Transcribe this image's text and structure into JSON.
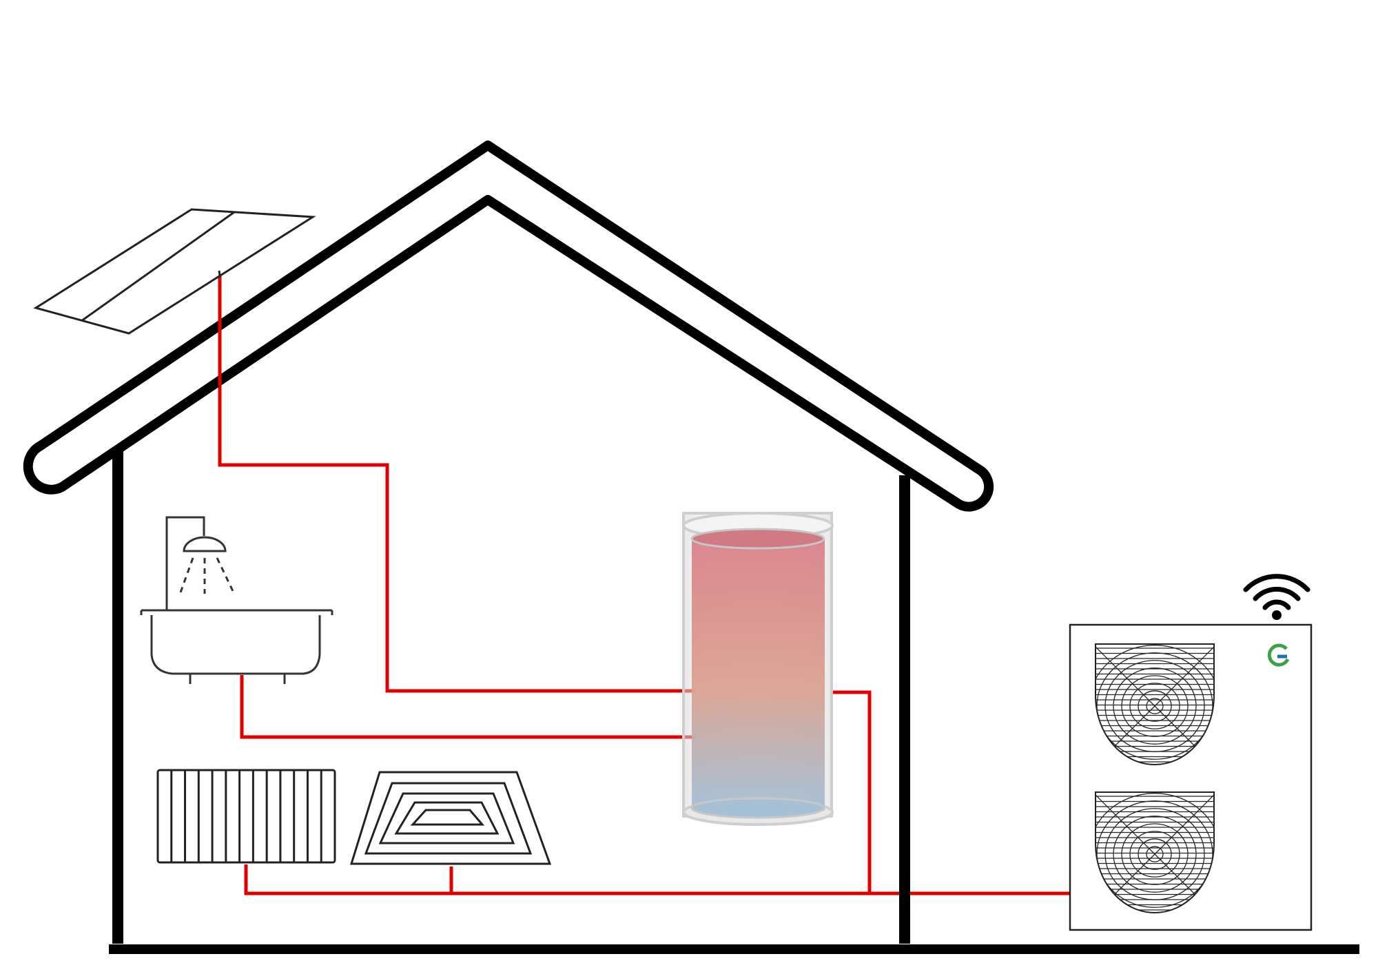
{
  "diagram": {
    "type": "heat-pump-hot-water-system",
    "nodes": [
      {
        "id": "solar_collector",
        "label": "",
        "icon": "solar-panel-icon"
      },
      {
        "id": "house",
        "label": "",
        "icon": "house-outline-icon"
      },
      {
        "id": "shower_bathtub",
        "label": "",
        "icon": "bathtub-shower-icon"
      },
      {
        "id": "storage_tank",
        "label": "",
        "icon": "water-tank-icon"
      },
      {
        "id": "radiator",
        "label": "",
        "icon": "radiator-icon"
      },
      {
        "id": "floor_heating",
        "label": "",
        "icon": "floor-heating-coil-icon"
      },
      {
        "id": "heat_pump_unit",
        "label": "",
        "icon": "outdoor-heat-pump-icon"
      },
      {
        "id": "wifi",
        "label": "",
        "icon": "wifi-icon"
      },
      {
        "id": "brand_logo",
        "label": "",
        "icon": "leaf-logo-icon"
      }
    ],
    "edges": [
      {
        "from": "solar_collector",
        "to": "storage_tank",
        "label": ""
      },
      {
        "from": "shower_bathtub",
        "to": "storage_tank",
        "label": ""
      },
      {
        "from": "storage_tank",
        "to": "heat_pump_unit",
        "label": ""
      },
      {
        "from": "radiator",
        "to": "heat_pump_unit",
        "label": ""
      },
      {
        "from": "floor_heating",
        "to": "heat_pump_unit",
        "label": ""
      }
    ],
    "colors": {
      "pipe": "#e00000",
      "outline": "#000000",
      "tank_hot": "#d9828a",
      "tank_warm": "#dba291",
      "tank_cold": "#a3bfd6",
      "logo_green": "#3aa34a",
      "logo_blue": "#1f6fb3"
    }
  }
}
